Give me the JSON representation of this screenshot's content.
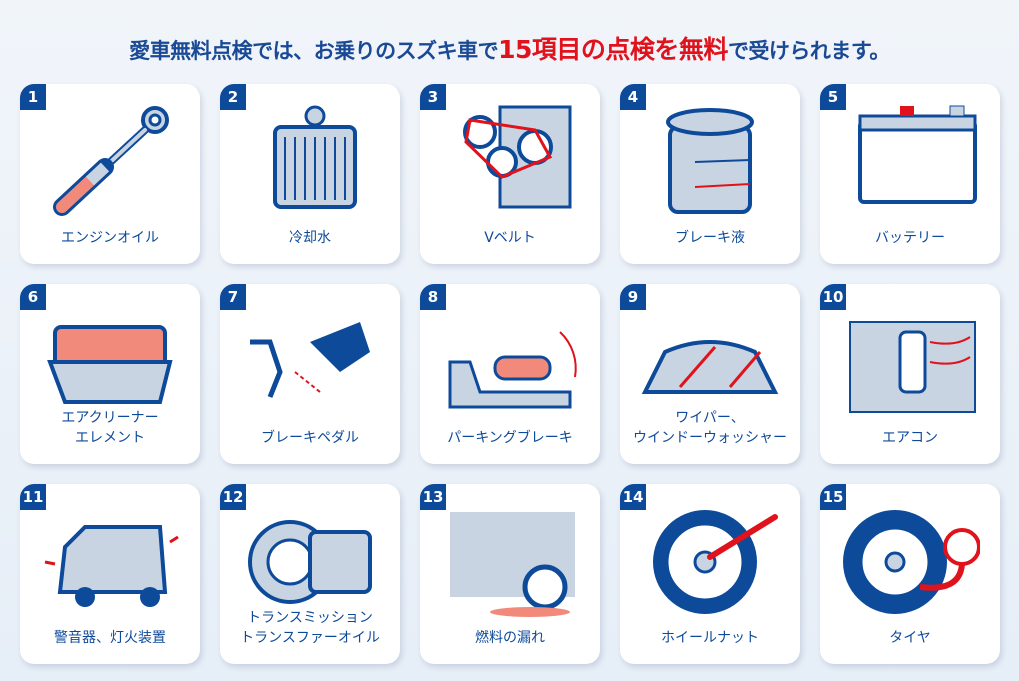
{
  "headline": {
    "prefix": "愛車無料点検では、お乗りのスズキ車で",
    "highlight": "15項目の点検を無料",
    "suffix": "で受けられます。"
  },
  "colors": {
    "brand": "#0d4a9a",
    "accent": "#e0121b",
    "illus_fill": "#c9d4e2",
    "illus_red": "#f28a7c"
  },
  "items": [
    {
      "number": "1",
      "label": "エンジンオイル",
      "icon": "dipstick-icon"
    },
    {
      "number": "2",
      "label": "冷却水",
      "icon": "radiator-icon"
    },
    {
      "number": "3",
      "label": "Vベルト",
      "icon": "v-belt-icon"
    },
    {
      "number": "4",
      "label": "ブレーキ液",
      "icon": "brake-fluid-reservoir-icon"
    },
    {
      "number": "5",
      "label": "バッテリー",
      "icon": "battery-icon"
    },
    {
      "number": "6",
      "label": "エアクリーナー\nエレメント",
      "icon": "air-cleaner-icon"
    },
    {
      "number": "7",
      "label": "ブレーキペダル",
      "icon": "brake-pedal-icon"
    },
    {
      "number": "8",
      "label": "パーキングブレーキ",
      "icon": "parking-brake-icon"
    },
    {
      "number": "9",
      "label": "ワイパー、\nウインドーウォッシャー",
      "icon": "wiper-icon"
    },
    {
      "number": "10",
      "label": "エアコン",
      "icon": "air-conditioner-icon"
    },
    {
      "number": "11",
      "label": "警音器、灯火装置",
      "icon": "car-lights-icon"
    },
    {
      "number": "12",
      "label": "トランスミッション\nトランスファーオイル",
      "icon": "transmission-icon"
    },
    {
      "number": "13",
      "label": "燃料の漏れ",
      "icon": "fuel-leak-icon"
    },
    {
      "number": "14",
      "label": "ホイールナット",
      "icon": "wheel-nut-icon"
    },
    {
      "number": "15",
      "label": "タイヤ",
      "icon": "tire-icon"
    }
  ]
}
